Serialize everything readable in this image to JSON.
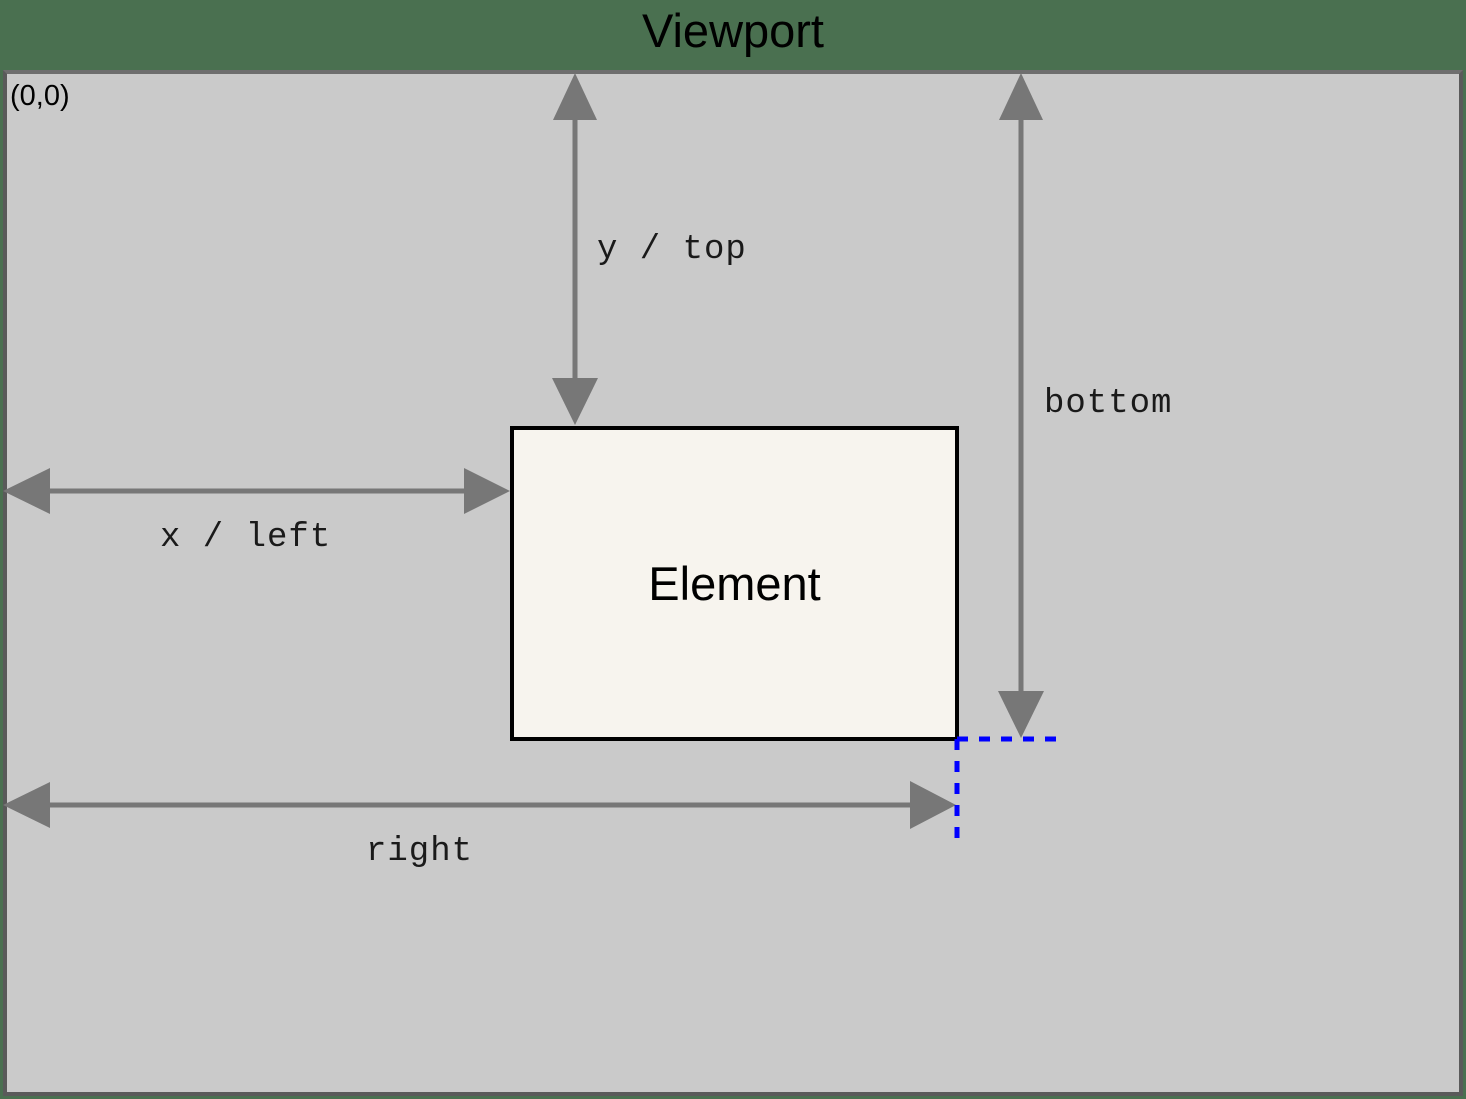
{
  "header": {
    "title": "Viewport",
    "background_color": "#4a7050",
    "title_color": "#000000"
  },
  "viewport": {
    "name": "Viewport",
    "origin_label": "(0,0)",
    "background_color": "#cacaca",
    "border_color": "#5a5a5a"
  },
  "element": {
    "label": "Element",
    "fill_color": "#f7f4ee",
    "border_color": "#000000"
  },
  "measurements": [
    {
      "id": "y-top",
      "label": "y / top",
      "axis": "vertical",
      "from": "viewport-top",
      "to": "element-top"
    },
    {
      "id": "bottom",
      "label": "bottom",
      "axis": "vertical",
      "from": "viewport-top",
      "to": "element-bottom"
    },
    {
      "id": "x-left",
      "label": "x / left",
      "axis": "horizontal",
      "from": "viewport-left",
      "to": "element-left"
    },
    {
      "id": "right",
      "label": "right",
      "axis": "horizontal",
      "from": "viewport-left",
      "to": "element-right"
    }
  ],
  "guides": {
    "color": "#0000ff",
    "style": "dashed",
    "description": "corner guides at element bottom-right"
  },
  "arrow_color": "#777777"
}
